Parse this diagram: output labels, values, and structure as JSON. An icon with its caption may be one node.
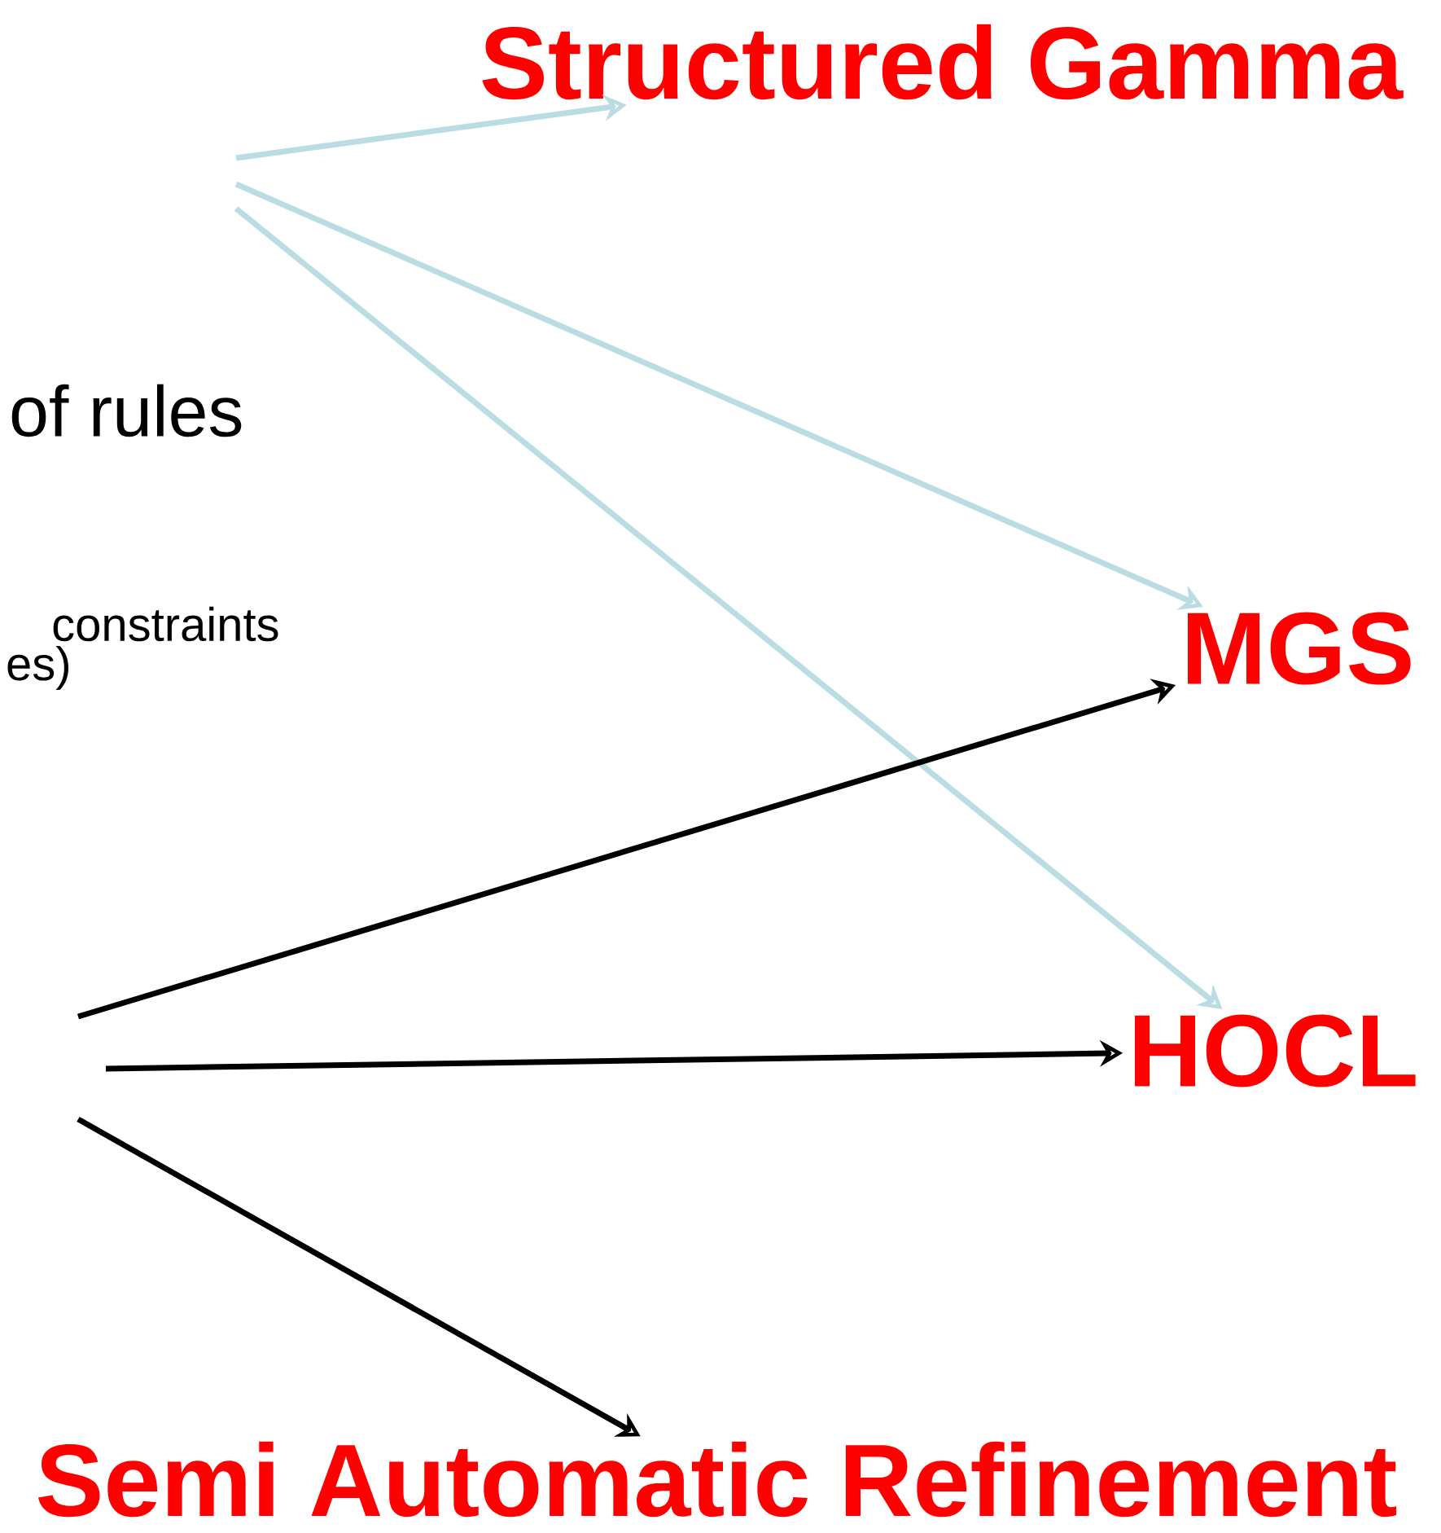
{
  "diagram": {
    "nodes": [
      {
        "text": [
          "Structured Gamma"
        ]
      },
      {
        "text": [
          "MGS"
        ]
      },
      {
        "text": [
          "HOCL"
        ]
      },
      {
        "text": [
          "Semi Automatic Refinement"
        ]
      }
    ],
    "edges": [
      {
        "from": null,
        "to": 0,
        "arrow": "to",
        "color": "#b9dde3"
      },
      {
        "from": null,
        "to": 1,
        "arrow": "to",
        "color": "#b9dde3"
      },
      {
        "from": null,
        "to": 2,
        "arrow": "to",
        "color": "#b9dde3"
      },
      {
        "from": null,
        "to": 1,
        "arrow": "to",
        "color": "#000000"
      },
      {
        "from": null,
        "to": 2,
        "arrow": "to",
        "color": "#000000"
      },
      {
        "from": null,
        "to": 3,
        "arrow": "to",
        "color": "#000000"
      }
    ],
    "labels": [
      "of rules",
      "constraints",
      "es)"
    ]
  }
}
